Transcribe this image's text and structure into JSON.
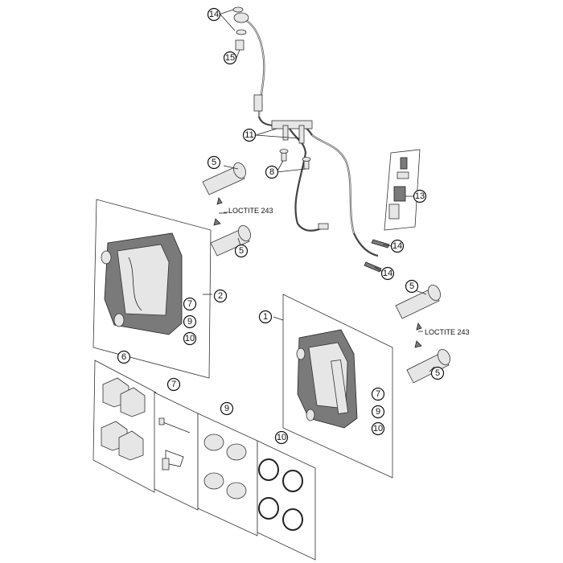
{
  "diagram": {
    "callouts": {
      "c14_top": "14",
      "c15": "15",
      "c11": "11",
      "c8": "8",
      "c13": "13",
      "c5_a": "5",
      "c5_b": "5",
      "c14_mid": "14",
      "c14_low": "14",
      "c2": "2",
      "c1": "1",
      "c5_c": "5",
      "c5_d": "5",
      "c7_a": "7",
      "c9_a": "9",
      "c10_a": "10",
      "c6": "6",
      "c7_b": "7",
      "c9_b": "9",
      "c10_b": "10",
      "c7_c": "7",
      "c9_c": "9",
      "c10_c": "10"
    },
    "labels": {
      "loctite_left": "LOCTITE 243",
      "loctite_right": "LOCTITE 243"
    }
  }
}
